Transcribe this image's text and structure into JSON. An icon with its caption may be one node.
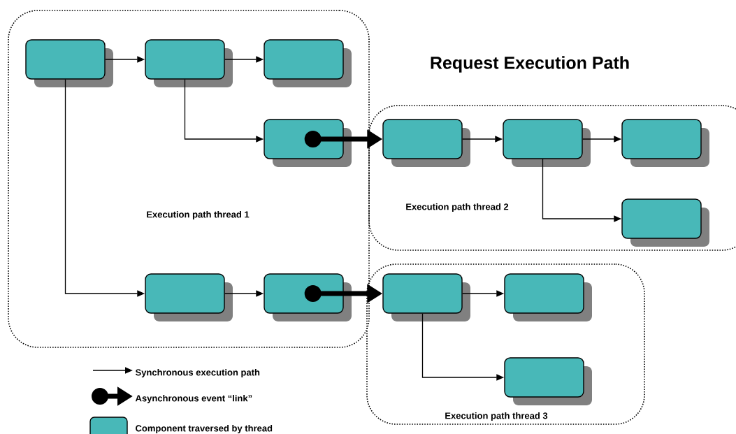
{
  "diagram": {
    "title": "Request Execution Path",
    "nodes": [
      {
        "text": [
          "Execution path thread 1"
        ]
      },
      {
        "text": [],
        "shape": "box",
        "in": 0
      },
      {
        "text": [],
        "shape": "box",
        "in": 0
      },
      {
        "text": [],
        "shape": "box",
        "in": 0
      },
      {
        "text": [],
        "shape": "box",
        "in": 0
      },
      {
        "text": [],
        "shape": "box",
        "in": 0
      },
      {
        "text": [],
        "shape": "box",
        "in": 0
      },
      {
        "text": [
          "Execution path thread 2"
        ]
      },
      {
        "text": [],
        "shape": "box",
        "in": 7
      },
      {
        "text": [],
        "shape": "box",
        "in": 7
      },
      {
        "text": [],
        "shape": "box",
        "in": 7
      },
      {
        "text": [],
        "shape": "box",
        "in": 7
      },
      {
        "text": [
          "Execution path thread 3"
        ]
      },
      {
        "text": [],
        "shape": "box",
        "in": 12
      },
      {
        "text": [],
        "shape": "box",
        "in": 12
      },
      {
        "text": [],
        "shape": "box",
        "in": 12
      }
    ],
    "edges": [
      {
        "from": 1,
        "to": 2,
        "arrow": "to"
      },
      {
        "from": 2,
        "to": 3,
        "arrow": "to"
      },
      {
        "from": 2,
        "to": 4,
        "arrow": "to"
      },
      {
        "from": 1,
        "to": 5,
        "arrow": "to"
      },
      {
        "from": 5,
        "to": 6,
        "arrow": "to"
      },
      {
        "from": 4,
        "to": 8,
        "arrow": "to",
        "style": "thick"
      },
      {
        "from": 6,
        "to": 13,
        "arrow": "to",
        "style": "thick"
      },
      {
        "from": 8,
        "to": 9,
        "arrow": "to"
      },
      {
        "from": 9,
        "to": 10,
        "arrow": "to"
      },
      {
        "from": 9,
        "to": 11,
        "arrow": "to"
      },
      {
        "from": 13,
        "to": 14,
        "arrow": "to"
      },
      {
        "from": 13,
        "to": 15,
        "arrow": "to"
      }
    ],
    "legend": [
      {
        "text": "Synchronous execution path"
      },
      {
        "text": "Asynchronous event “link”"
      },
      {
        "text": "Component traversed by thread",
        "color": "#48b8b8"
      }
    ]
  }
}
